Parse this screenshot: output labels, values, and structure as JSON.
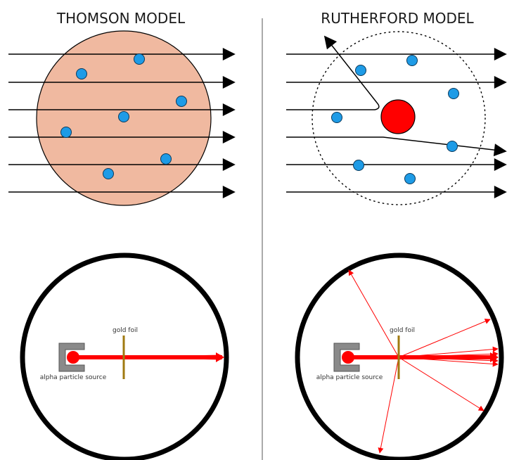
{
  "thomson": {
    "title": "THOMSON MODEL",
    "gold_foil_label": "gold foil",
    "source_label": "alpha particle source"
  },
  "rutherford": {
    "title": "RUTHERFORD MODEL",
    "gold_foil_label": "gold foil",
    "source_label": "alpha particle source"
  },
  "colors": {
    "plum_pudding_fill": "#f0b9a0",
    "electron": "#1e9be6",
    "nucleus": "#ff0000",
    "beam": "#ff0000",
    "foil": "#a07a10",
    "source_housing": "#888888",
    "divider": "#aaaaaa",
    "outline": "#000000"
  },
  "icons": {
    "electron": "blue-dot-icon",
    "nucleus": "red-dot-icon",
    "alpha_path": "arrow-icon"
  }
}
